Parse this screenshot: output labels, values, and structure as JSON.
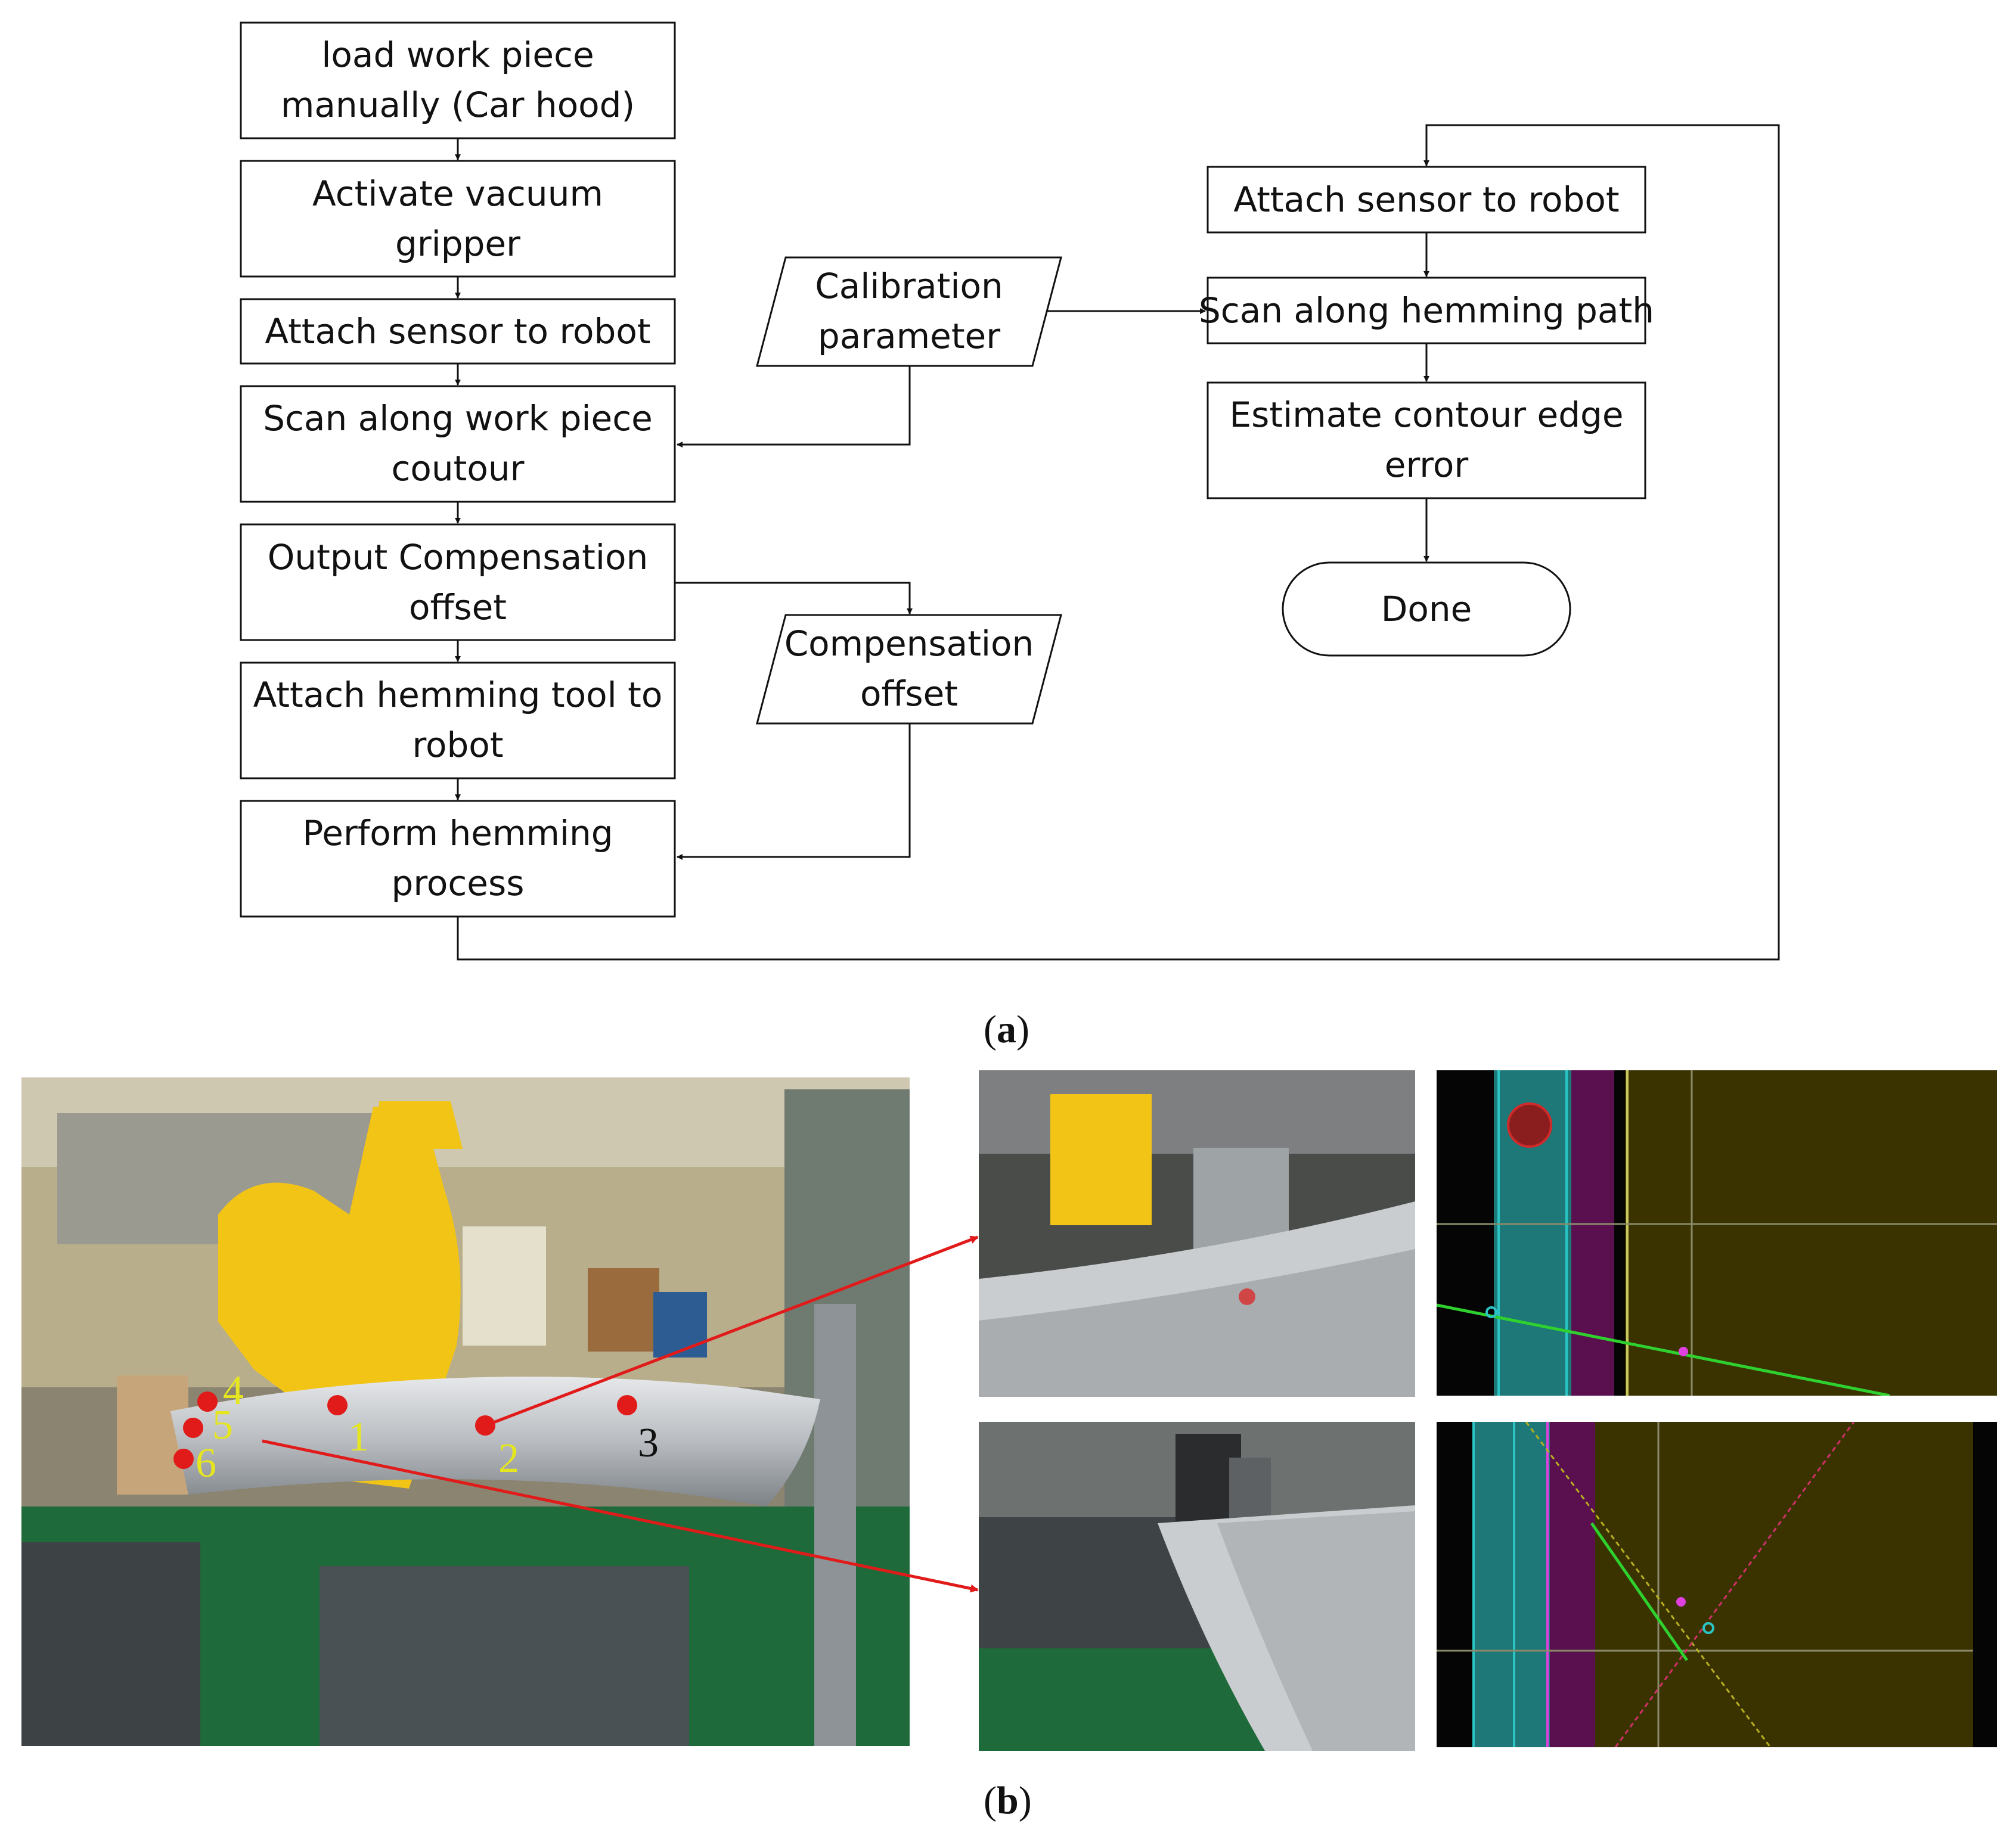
{
  "flowchart": {
    "left_column": [
      {
        "id": "load",
        "lines": [
          "load work piece",
          "manually (Car hood)"
        ]
      },
      {
        "id": "vacuum",
        "lines": [
          "Activate vacuum",
          "gripper"
        ]
      },
      {
        "id": "attach1",
        "lines": [
          "Attach sensor to robot"
        ]
      },
      {
        "id": "scan1",
        "lines": [
          "Scan along work piece",
          "coutour"
        ]
      },
      {
        "id": "output",
        "lines": [
          "Output Compensation",
          "offset"
        ]
      },
      {
        "id": "tool",
        "lines": [
          "Attach hemming tool to",
          "robot"
        ]
      },
      {
        "id": "perform",
        "lines": [
          "Perform hemming",
          "process"
        ]
      }
    ],
    "inputs": [
      {
        "id": "calib",
        "lines": [
          "Calibration",
          "parameter"
        ]
      },
      {
        "id": "comp",
        "lines": [
          "Compensation",
          "offset"
        ]
      }
    ],
    "right_column": [
      {
        "id": "attach2",
        "lines": [
          "Attach sensor to robot"
        ]
      },
      {
        "id": "scan2",
        "lines": [
          "Scan along hemming path"
        ]
      },
      {
        "id": "estimate",
        "lines": [
          "Estimate contour edge",
          "error"
        ]
      }
    ],
    "terminal": {
      "id": "done",
      "lines": [
        "Done"
      ]
    }
  },
  "captions": {
    "a_open": "(",
    "a_letter": "a",
    "a_close": ")",
    "b_open": "(",
    "b_letter": "b",
    "b_close": ")"
  },
  "photo_points": [
    {
      "label": "1",
      "color": "#e6e620"
    },
    {
      "label": "2",
      "color": "#e6e620"
    },
    {
      "label": "3",
      "color": "#111111"
    },
    {
      "label": "4",
      "color": "#e6e620"
    },
    {
      "label": "5",
      "color": "#e6e620"
    },
    {
      "label": "6",
      "color": "#e6e620"
    }
  ],
  "colors": {
    "marker": "#e11a1a",
    "arrow": "#e11a1a",
    "sensor_bg": "#3a3300",
    "sensor_cyan": "#1fa6a6",
    "sensor_magenta": "#c81fc8",
    "sensor_line": "#2fd12f"
  }
}
